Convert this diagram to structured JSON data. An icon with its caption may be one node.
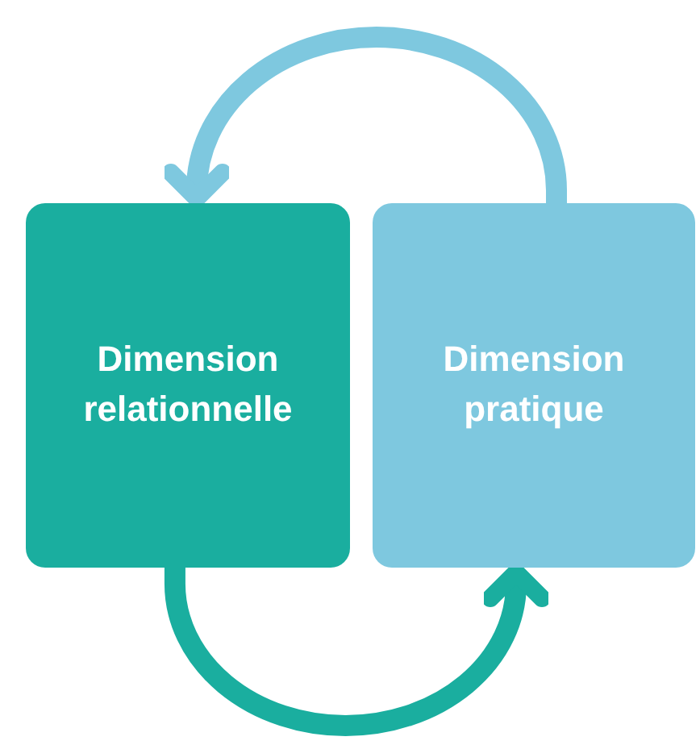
{
  "diagram": {
    "nodes": [
      {
        "text": [
          "Dimension relationnelle"
        ]
      },
      {
        "text": [
          "Dimension pratique"
        ]
      }
    ],
    "edges": [
      {
        "from": 1,
        "to": 0,
        "arrow": "to",
        "color": "#7ec8df"
      },
      {
        "from": 0,
        "to": 1,
        "arrow": "to",
        "color": "#1aae9f"
      }
    ]
  }
}
